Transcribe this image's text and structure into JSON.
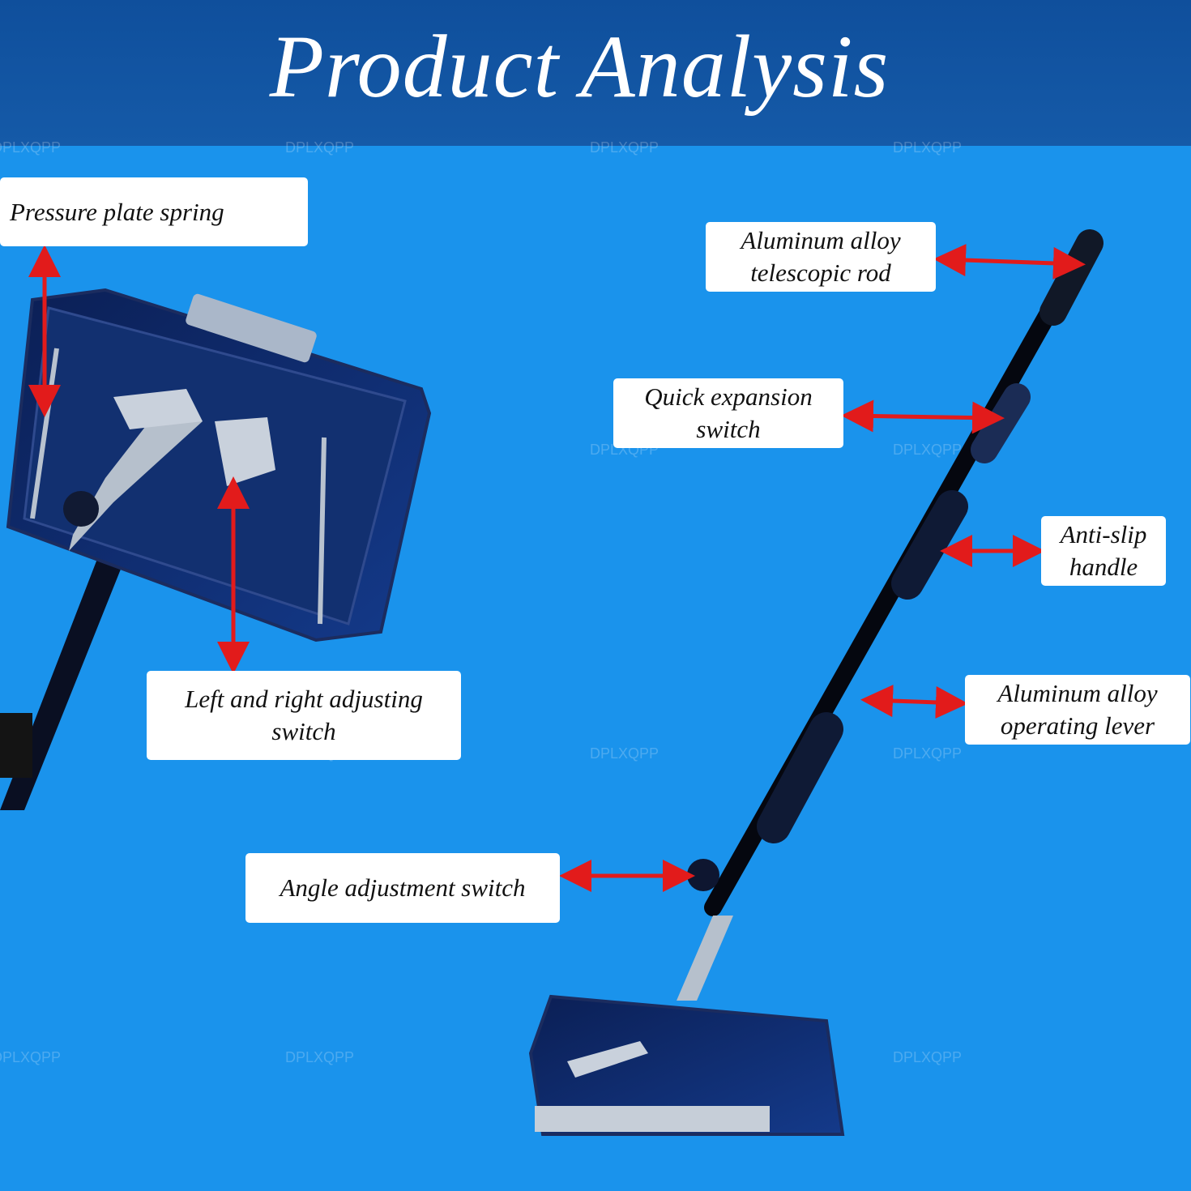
{
  "title": "Product Analysis",
  "labels": {
    "pressure_plate_spring": "Pressure plate spring",
    "telescopic_rod_line1": "Aluminum alloy",
    "telescopic_rod_line2": "telescopic rod",
    "quick_expansion_line1": "Quick expansion",
    "quick_expansion_line2": "switch",
    "anti_slip_line1": "Anti-slip",
    "anti_slip_line2": "handle",
    "left_right_line1": "Left and right adjusting",
    "left_right_line2": "switch",
    "operating_lever_line1": "Aluminum alloy",
    "operating_lever_line2": "operating lever",
    "angle_adjustment": "Angle adjustment switch"
  },
  "watermark": "DPLXQPP",
  "colors": {
    "background": "#1a93ec",
    "header": "#155aa8",
    "arrow": "#e21b1b",
    "label_bg": "#ffffff"
  }
}
